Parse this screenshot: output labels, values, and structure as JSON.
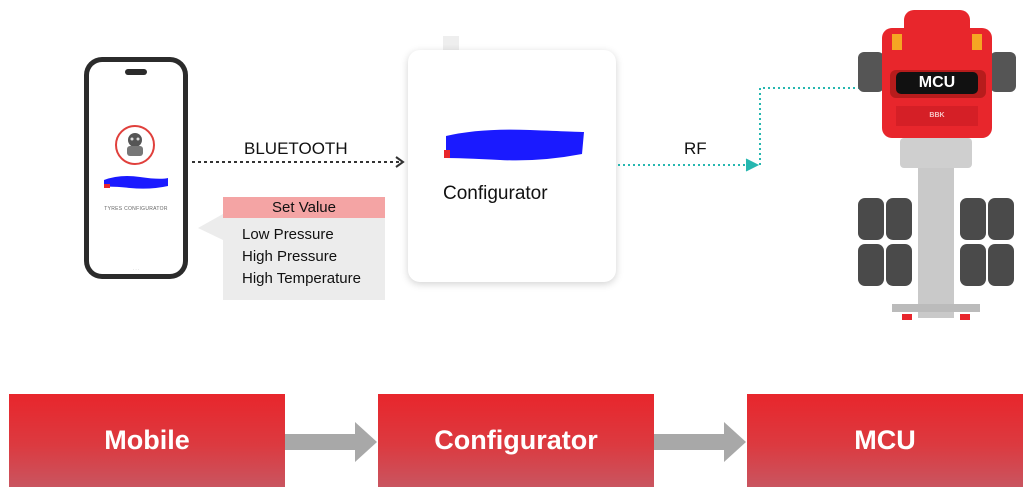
{
  "diagram": {
    "bluetooth_label": "BLUETOOTH",
    "rf_label": "RF",
    "configurator_label": "Configurator",
    "mcu_badge": "MCU",
    "phone_app_name": "TYRES CONFIGURATOR",
    "truck_brand": "BBK",
    "set_value": {
      "title": "Set Value",
      "items": [
        "Low Pressure",
        "High Pressure",
        "High Temperature"
      ]
    }
  },
  "flow": {
    "steps": [
      "Mobile",
      "Configurator",
      "MCU"
    ]
  },
  "colors": {
    "accent_red": "#e8262c",
    "panel_pink": "#f4a4a4",
    "rf_teal": "#27b7b0",
    "redaction_blue": "#1a1aff",
    "arrow_gray": "#a8a8a8"
  }
}
